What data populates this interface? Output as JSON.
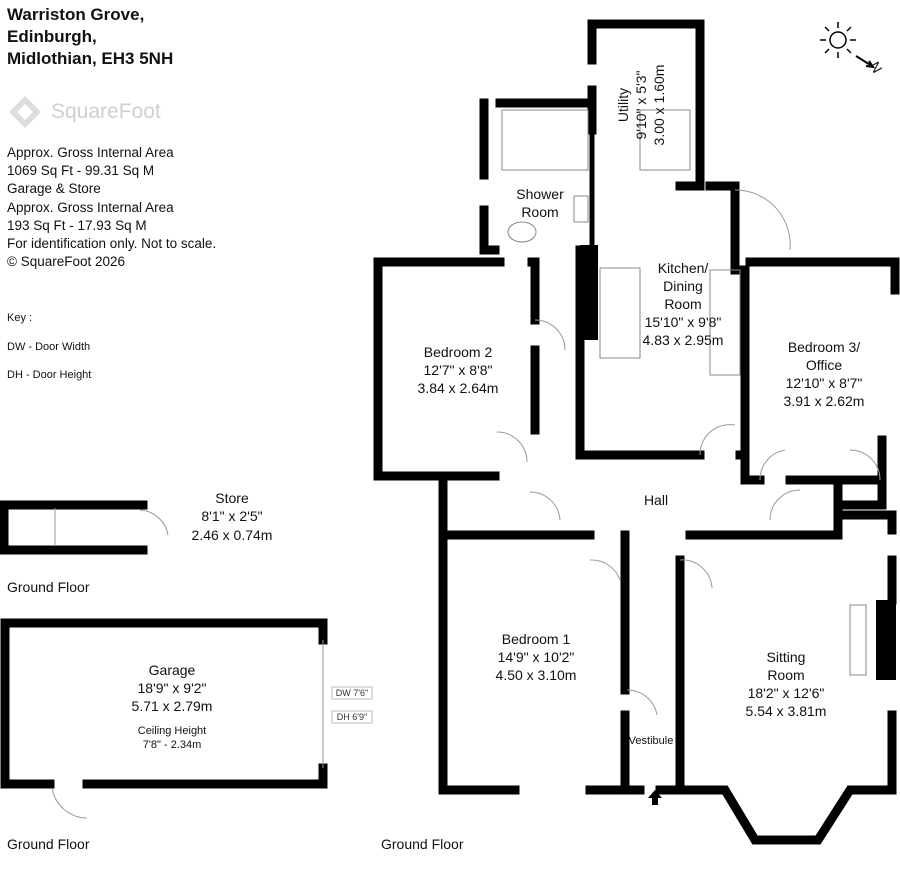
{
  "address": [
    "Warriston Grove,",
    "Edinburgh,",
    "Midlothian, EH3 5NH"
  ],
  "logo_text": "SquareFoot",
  "area_lines": [
    "Approx. Gross Internal Area",
    "1069 Sq Ft  -  99.31 Sq M",
    "Garage & Store",
    "Approx. Gross Internal Area",
    "193 Sq Ft  -  17.93 Sq M",
    "For identification only. Not to scale.",
    "© SquareFoot 2026"
  ],
  "key": {
    "title": "Key :",
    "dw": "DW - Door Width",
    "dh": "DH - Door Height"
  },
  "compass": {
    "label": "N"
  },
  "rooms": {
    "utility": {
      "name": "Utility",
      "imperial": "9'10\" x 5'3\"",
      "metric": "3.00 x 1.60m"
    },
    "shower": {
      "name1": "Shower",
      "name2": "Room"
    },
    "kitchen": {
      "name1": "Kitchen/",
      "name2": "Dining",
      "name3": "Room",
      "imperial": "15'10\" x 9'8\"",
      "metric": "4.83 x 2.95m"
    },
    "bedroom2": {
      "name": "Bedroom 2",
      "imperial": "12'7\" x 8'8\"",
      "metric": "3.84 x 2.64m"
    },
    "bedroom3": {
      "name1": "Bedroom 3/",
      "name2": "Office",
      "imperial": "12'10\" x 8'7\"",
      "metric": "3.91 x 2.62m"
    },
    "hall": {
      "name": "Hall"
    },
    "bedroom1": {
      "name": "Bedroom 1",
      "imperial": "14'9\" x 10'2\"",
      "metric": "4.50 x 3.10m"
    },
    "vestibule": {
      "name": "Vestibule"
    },
    "sitting": {
      "name1": "Sitting",
      "name2": "Room",
      "imperial": "18'2\" x 12'6\"",
      "metric": "5.54 x 3.81m"
    },
    "store": {
      "name": "Store",
      "imperial": "8'1\" x 2'5\"",
      "metric": "2.46 x 0.74m"
    },
    "garage": {
      "name": "Garage",
      "imperial": "18'9\" x 9'2\"",
      "metric": "5.71 x 2.79m",
      "ceiling_label": "Ceiling Height",
      "ceiling_value": "7'8\" - 2.34m",
      "dw": "DW 7'6\"",
      "dh": "DH 6'9\""
    }
  },
  "floor_labels": {
    "store": "Ground Floor",
    "garage": "Ground Floor",
    "main": "Ground Floor"
  }
}
